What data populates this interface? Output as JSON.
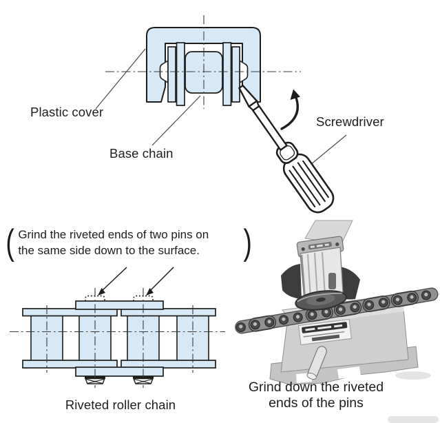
{
  "figure": {
    "description": "Chain maintenance illustration: removing plastic cover with screwdriver and grinding riveted pin ends"
  },
  "top_diagram": {
    "plastic_cover_label": "Plastic cover",
    "base_chain_label": "Base chain",
    "screwdriver_label": "Screwdriver"
  },
  "note": {
    "paren_open": "(",
    "paren_close": ")",
    "line1": "Grind the riveted ends of two pins on",
    "line2": "the same side down to the surface."
  },
  "riveted_chain": {
    "caption": "Riveted roller chain"
  },
  "photo": {
    "caption_line1": "Grind down the riveted",
    "caption_line2": "ends of the pins"
  },
  "colors": {
    "diagram_fill": "#d7e9f6",
    "line": "#1d1d1b",
    "centerline": "#3a3a3a",
    "photo_dark": "#3c3c3c",
    "photo_metal": "#cfcfcf"
  }
}
